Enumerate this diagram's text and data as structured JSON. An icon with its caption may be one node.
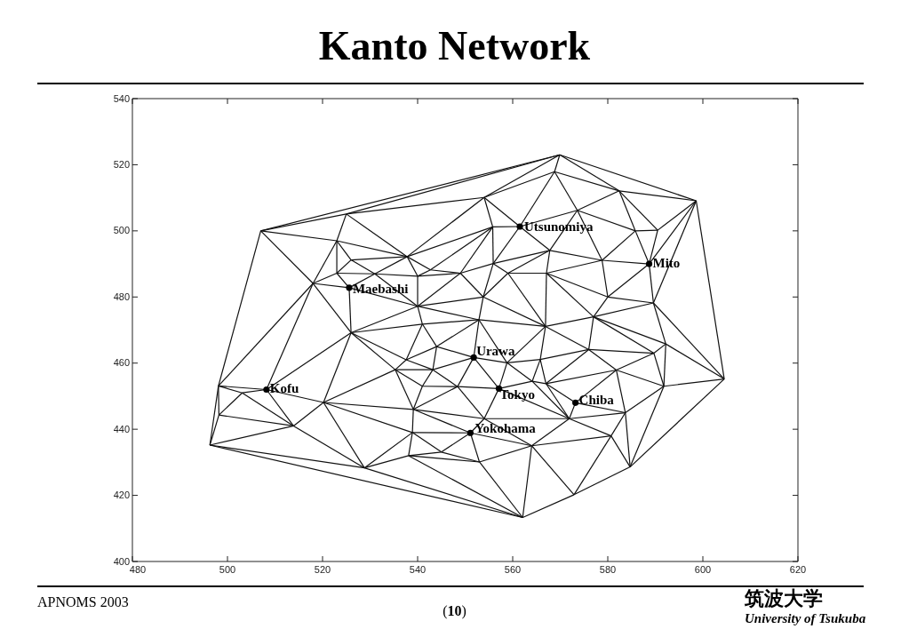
{
  "diagram": {
    "title": "Kanto Network",
    "labels": [
      "APNOMS 2003",
      "(**10**)",
      "筑波大学",
      "University of Tsukuba"
    ],
    "chart_data": {
      "type": "scatter",
      "xlim": [
        480,
        620
      ],
      "ylim": [
        400,
        540
      ],
      "xticks": [
        480,
        500,
        520,
        540,
        560,
        580,
        600,
        620
      ],
      "yticks": [
        400,
        420,
        440,
        460,
        480,
        500,
        520,
        540
      ],
      "x": [
        561.5,
        588.7,
        525.6,
        551.8,
        508.2,
        557.1,
        573.2,
        551.1
      ],
      "series": [
        {
          "color": "#000000",
          "values": [
            501.3,
            490,
            482.8,
            461.7,
            452,
            452.3,
            448,
            438.9
          ]
        }
      ],
      "annotations": [
        {
          "text": "Utsunomiya",
          "x": 561.5,
          "y": 501.3
        },
        {
          "text": "Mito",
          "x": 588.7,
          "y": 490
        },
        {
          "text": "Maebashi",
          "x": 525.6,
          "y": 482.8
        },
        {
          "text": "Urawa",
          "x": 551.8,
          "y": 461.7
        },
        {
          "text": "Kofu",
          "x": 508.2,
          "y": 452
        },
        {
          "text": "Tokyo",
          "x": 557.1,
          "y": 452.3
        },
        {
          "text": "Chiba",
          "x": 573.2,
          "y": 448
        },
        {
          "text": "Yokohama",
          "x": 551.1,
          "y": 438.9
        }
      ]
    }
  }
}
